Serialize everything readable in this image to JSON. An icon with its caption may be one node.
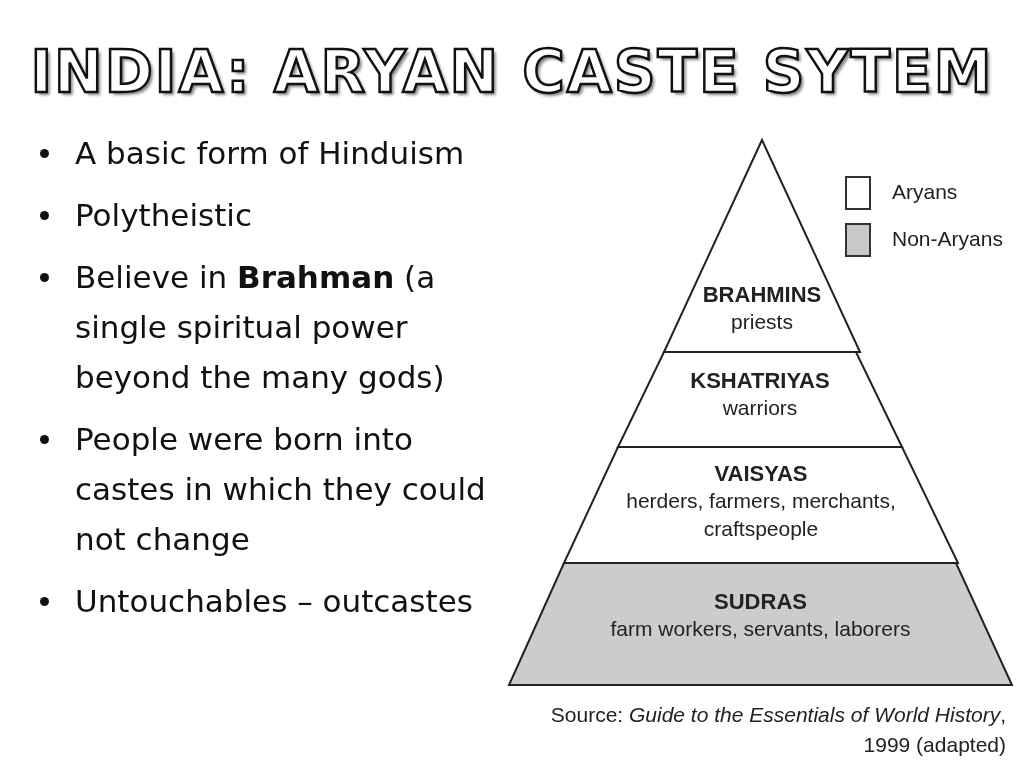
{
  "diagram": {
    "title": "INDIA: ARYAN CASTE SYTEM",
    "caption": "Source: *Guide to the Essentials of World History*, 1999 (adapted)",
    "nodes": [
      {
        "text": [
          "BRAHMINS",
          "priests"
        ]
      },
      {
        "text": [
          "KSHATRIYAS",
          "warriors"
        ]
      },
      {
        "text": [
          "VAISYAS",
          "herders, farmers, merchants, craftspeople"
        ]
      },
      {
        "text": [
          "SUDRAS",
          "farm workers, servants, laborers"
        ]
      }
    ],
    "edges": [],
    "labels": [
      "A basic form of Hinduism",
      "Polytheistic",
      "Believe in **Brahman** (a single spiritual power beyond the many gods)",
      "People were born into castes in which they could not change",
      "Untouchables – outcastes"
    ],
    "legend": [
      {
        "text": "Aryans",
        "color": "#ffffff"
      },
      {
        "text": "Non-Aryans",
        "color": "#c8c8c8"
      }
    ]
  }
}
